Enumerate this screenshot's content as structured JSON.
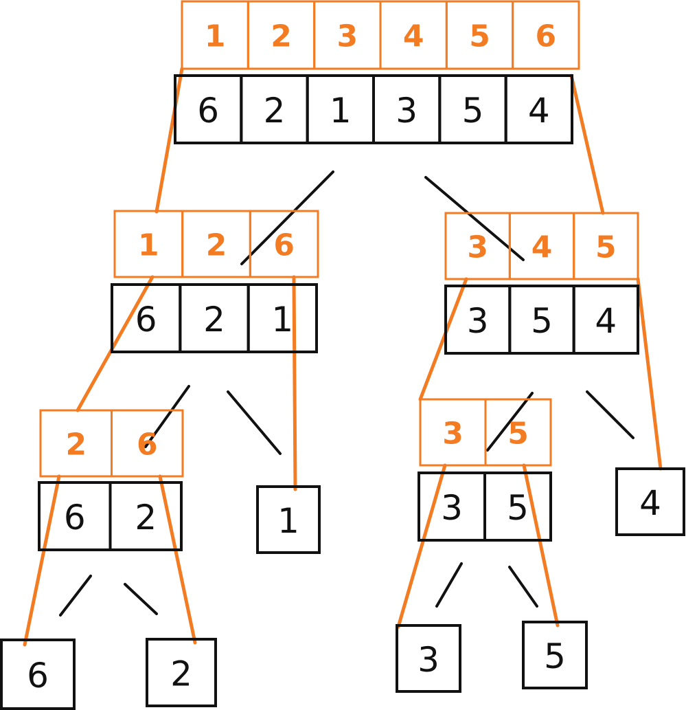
{
  "colors": {
    "sorted": "#f37b22",
    "input": "#111111",
    "background": "#ffffff"
  },
  "nodes": [
    {
      "id": "root",
      "sorted": [
        "1",
        "2",
        "3",
        "4",
        "5",
        "6"
      ],
      "input": [
        "6",
        "2",
        "1",
        "3",
        "5",
        "4"
      ]
    },
    {
      "id": "left",
      "sorted": [
        "1",
        "2",
        "6"
      ],
      "input": [
        "6",
        "2",
        "1"
      ]
    },
    {
      "id": "right",
      "sorted": [
        "3",
        "4",
        "5"
      ],
      "input": [
        "3",
        "5",
        "4"
      ]
    },
    {
      "id": "left-left",
      "sorted": [
        "2",
        "6"
      ],
      "input": [
        "6",
        "2"
      ]
    },
    {
      "id": "right-left",
      "sorted": [
        "3",
        "5"
      ],
      "input": [
        "3",
        "5"
      ]
    },
    {
      "id": "leaf-1",
      "sorted": [],
      "input": [
        "1"
      ]
    },
    {
      "id": "leaf-4",
      "sorted": [],
      "input": [
        "4"
      ]
    },
    {
      "id": "leaf-6",
      "sorted": [],
      "input": [
        "6"
      ]
    },
    {
      "id": "leaf-2",
      "sorted": [],
      "input": [
        "2"
      ]
    },
    {
      "id": "leaf-3",
      "sorted": [],
      "input": [
        "3"
      ]
    },
    {
      "id": "leaf-5",
      "sorted": [],
      "input": [
        "5"
      ]
    }
  ]
}
